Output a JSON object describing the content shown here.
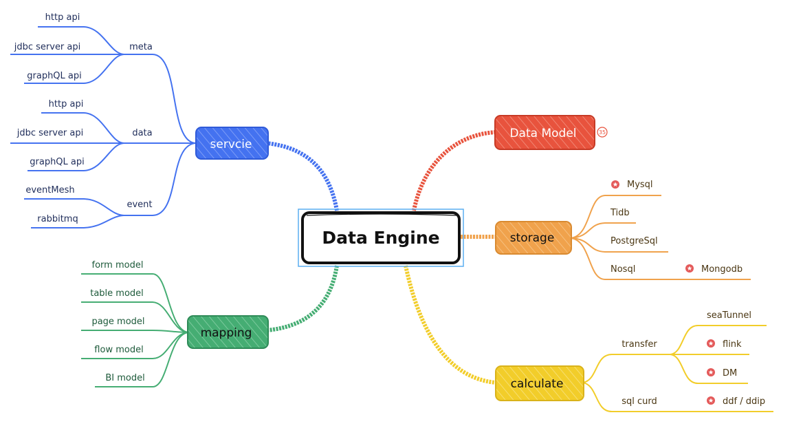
{
  "root": {
    "label": "Data Engine"
  },
  "colors": {
    "blue": "#4472f0",
    "red": "#e8533d",
    "orange": "#f0a24c",
    "yellow": "#f2cd2a",
    "green": "#45ad73",
    "root_border": "#111111",
    "selection": "#5aaef0",
    "star": "#e45a5a",
    "text_dark": "#1f2d5a",
    "text_green": "#1d5a3a",
    "text_brown": "#4a3612"
  },
  "branches": {
    "service": {
      "label": "servcie",
      "groups": [
        {
          "label": "meta",
          "items": [
            "http api",
            "jdbc server api",
            "graphQL api"
          ]
        },
        {
          "label": "data",
          "items": [
            "http api",
            "jdbc server api",
            "graphQL api"
          ]
        },
        {
          "label": "event",
          "items": [
            "eventMesh",
            "rabbitmq"
          ]
        }
      ]
    },
    "mapping": {
      "label": "mapping",
      "items": [
        "form model",
        "table model",
        "page model",
        "flow model",
        "BI model"
      ]
    },
    "data_model": {
      "label": "Data Model",
      "badge": "35"
    },
    "storage": {
      "label": "storage",
      "items": [
        {
          "label": "Mysql",
          "starred": true
        },
        {
          "label": "Tidb",
          "starred": false
        },
        {
          "label": "PostgreSql",
          "starred": false
        },
        {
          "label": "Nosql",
          "starred": false,
          "children": [
            {
              "label": "Mongodb",
              "starred": true
            }
          ]
        }
      ]
    },
    "calculate": {
      "label": "calculate",
      "groups": [
        {
          "label": "transfer",
          "items": [
            {
              "label": "seaTunnel",
              "starred": false
            },
            {
              "label": "flink",
              "starred": true
            },
            {
              "label": "DM",
              "starred": true
            }
          ]
        },
        {
          "label": "sql curd",
          "items": [
            {
              "label": "ddf / ddip",
              "starred": true
            }
          ]
        }
      ]
    }
  }
}
